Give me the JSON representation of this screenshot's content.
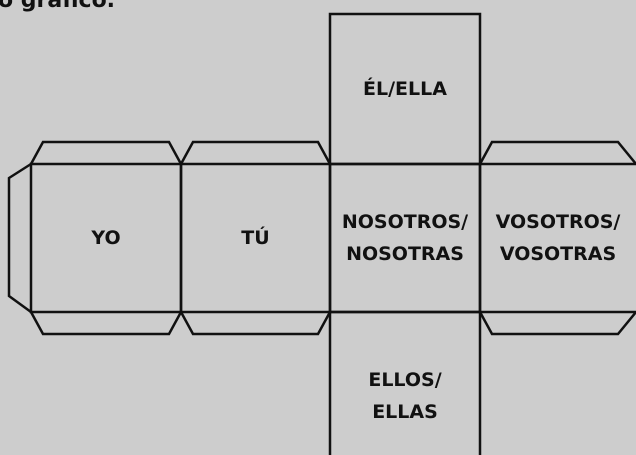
{
  "header": {
    "text": "o gráfico."
  },
  "faces": {
    "top": {
      "line1": "ÉL/ELLA"
    },
    "yo": {
      "line1": "YO"
    },
    "tu": {
      "line1": "TÚ"
    },
    "center": {
      "line1": "NOSOTROS/",
      "line2": "NOSOTRAS"
    },
    "right": {
      "line1": "VOSOTROS/",
      "line2": "VOSOTRAS"
    },
    "bottom": {
      "line1": "ELLOS/",
      "line2": "ELLAS"
    }
  },
  "colors": {
    "background": "#cdcdcd",
    "line": "#111111"
  }
}
